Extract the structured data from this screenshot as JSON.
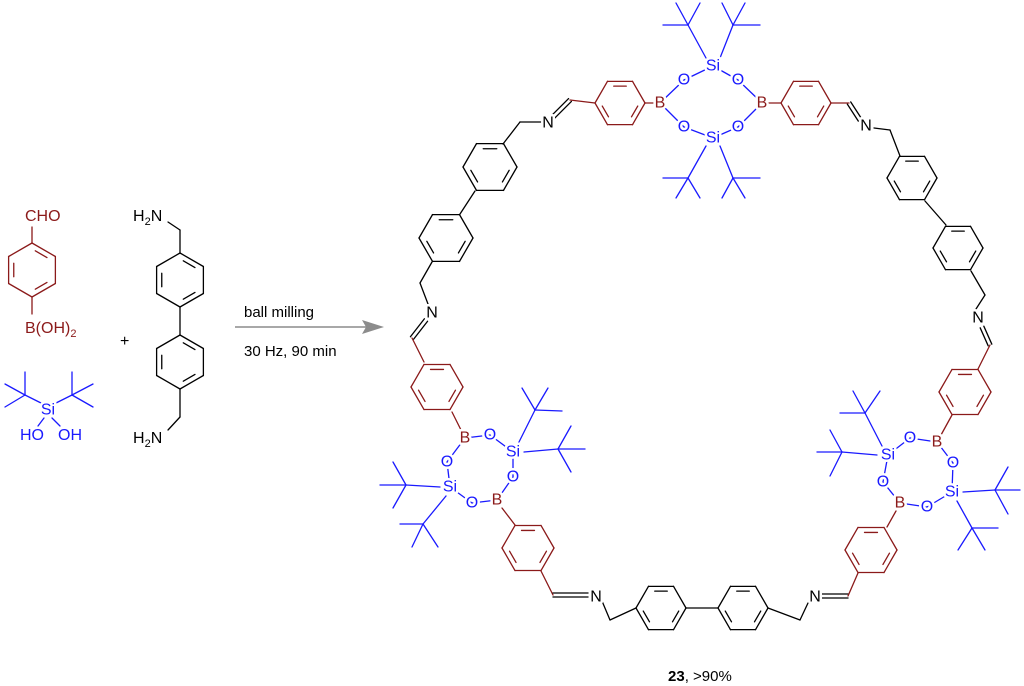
{
  "colors": {
    "boron_part": "#8b1a1a",
    "silicon_part": "#1a1aff",
    "amine_part": "#000000",
    "arrow": "#8c8c8c"
  },
  "reactants": {
    "aldehyde": {
      "cho": "CHO",
      "boronic_main": "B(OH)",
      "boronic_sub": "2"
    },
    "silanediol": {
      "si": "Si",
      "ho": "HO",
      "oh": "OH"
    },
    "plus": "+",
    "diamine": {
      "amine_h": "H",
      "amine_sub": "2",
      "amine_n": "N"
    }
  },
  "conditions": {
    "line1": "ball milling",
    "line2": "30 Hz, 90 min"
  },
  "product": {
    "compound_number": "23",
    "yield": ", >90%"
  },
  "atoms": {
    "Si": "Si",
    "O": "O",
    "B": "B",
    "N": "N"
  }
}
